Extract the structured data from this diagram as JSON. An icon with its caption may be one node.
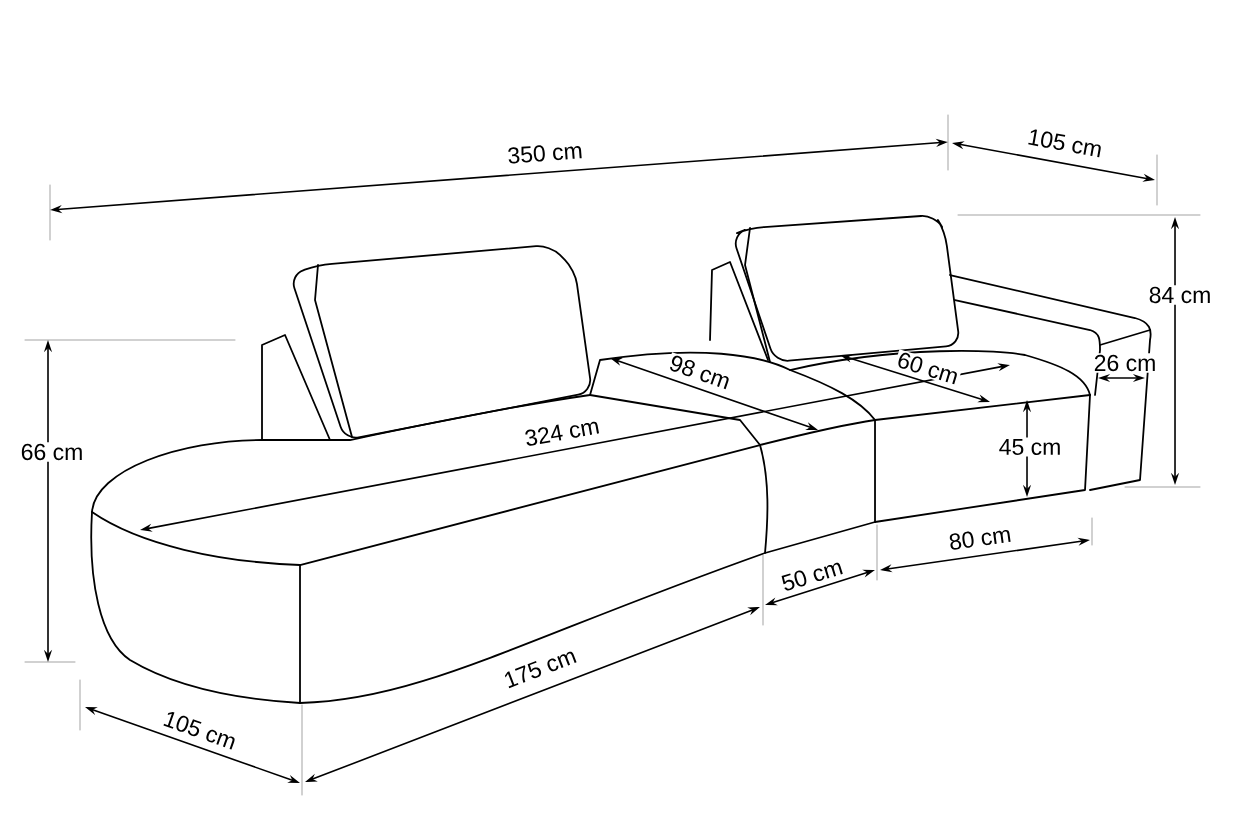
{
  "diagram": {
    "labels": [
      "350 cm",
      "105 cm",
      "84 cm",
      "98 cm",
      "60 cm",
      "26 cm",
      "66 cm",
      "324 cm",
      "45 cm",
      "80 cm",
      "50 cm",
      "175 cm",
      "105 cm"
    ]
  }
}
